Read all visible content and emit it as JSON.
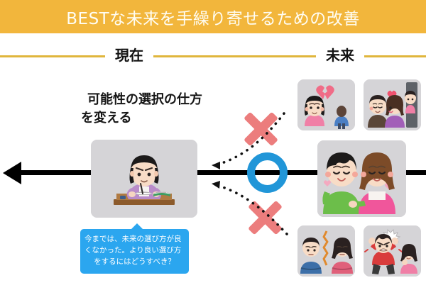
{
  "slide": {
    "title": "BESTな未来を手繰り寄せるための改善",
    "title_bg_color": "#F2B63C",
    "title_text_color": "#FFFDF3"
  },
  "columns": {
    "rule_color": "#E0B63C",
    "present_label": "現在",
    "future_label": "未来"
  },
  "left_heading": {
    "line1": "可能性の選択の仕方",
    "line2": "を変える"
  },
  "axis": {
    "arrow_direction": "left",
    "color": "#000000"
  },
  "center_symbol": {
    "name": "circle-ok",
    "color": "#2196D8"
  },
  "x_marks": [
    {
      "name": "x-mark-top",
      "color": "#EC7D7D"
    },
    {
      "name": "x-mark-bottom",
      "color": "#EC7D7D"
    }
  ],
  "panels": {
    "present": {
      "caption": "studying-girl",
      "bg": "#D5D4D7"
    },
    "future": [
      {
        "caption": "heartbreak-woman",
        "bg": "#D5D4D7"
      },
      {
        "caption": "couple-kissing",
        "bg": "#D5D4D7"
      },
      {
        "caption": "happy-couple",
        "bg": "#D5D4D7"
      },
      {
        "caption": "cold-couple",
        "bg": "#D5D4D7"
      },
      {
        "caption": "angry-man",
        "bg": "#D5D4D7"
      }
    ]
  },
  "bubble": {
    "bg_color": "#2BA6EF",
    "line1": "今までは、未来の選び方が良",
    "line2": "くなかった。より良い選び方",
    "line3": "をするにはどうすべき？"
  }
}
